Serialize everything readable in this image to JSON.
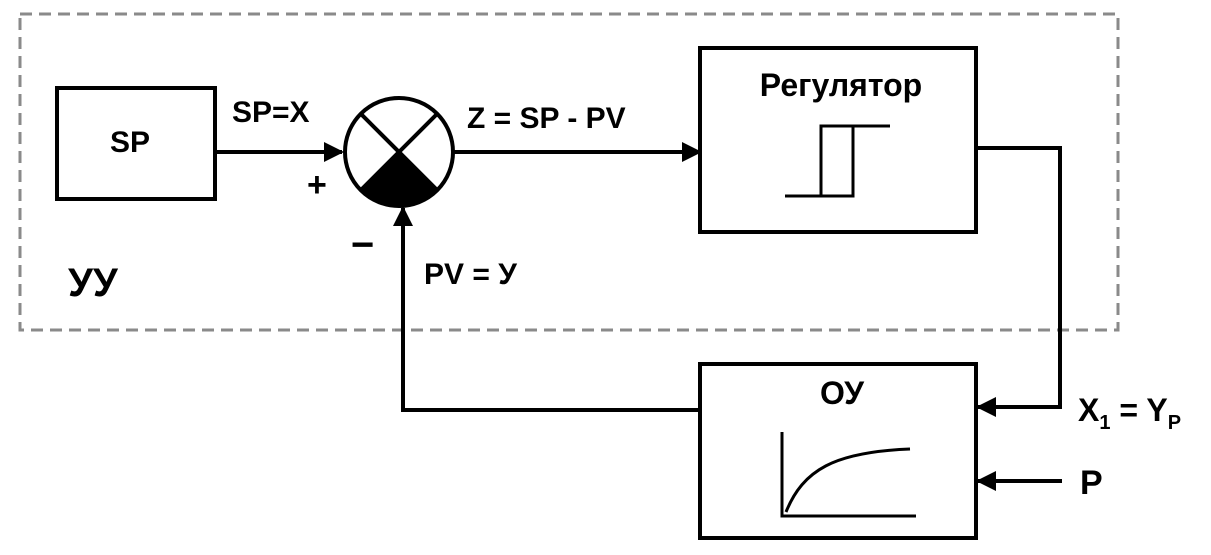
{
  "blocks": {
    "sp": {
      "label": "SP"
    },
    "controller": {
      "label": "Регулятор"
    },
    "plant": {
      "label": "ОУ"
    }
  },
  "region": {
    "label": "УУ"
  },
  "signals": {
    "setpoint": "SP=X",
    "error": "Z = SP - PV",
    "feedback": "PV = У",
    "control_main": "X",
    "control_sub": "1",
    "control_eq": " = Y",
    "control_eq_sub": "P",
    "disturbance": "P"
  },
  "summing_junction": {
    "plus": "+",
    "minus": "−"
  },
  "colors": {
    "stroke": "#000000",
    "region_border": "#8a8a8a",
    "background": "#ffffff"
  }
}
